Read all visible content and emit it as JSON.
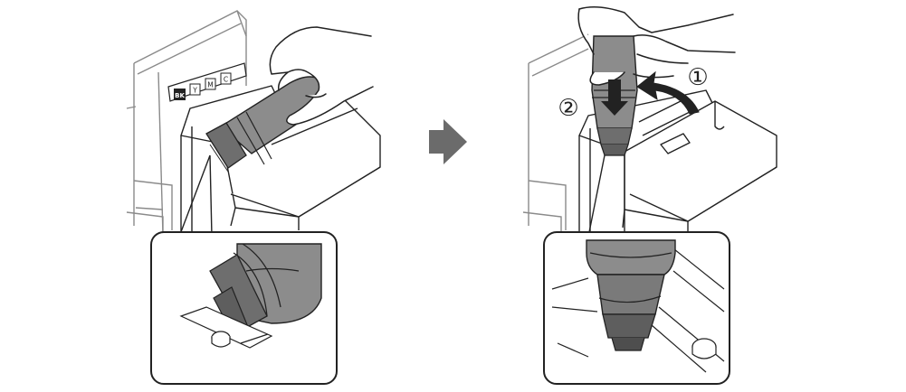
{
  "colors": {
    "line": "#222222",
    "faint": "#8a8a8a",
    "bottle": "#8c8c8c",
    "bottle_dark": "#5e5e5e",
    "arrow": "#6b6b6b",
    "paper": "#ffffff"
  },
  "left_panel": {
    "slot_labels": [
      "BK",
      "Y",
      "M",
      "C"
    ]
  },
  "right_panel": {
    "step_markers": [
      "①",
      "②"
    ]
  },
  "icons": {
    "next_step": "right-arrow-icon",
    "rotate": "curved-arrow-icon",
    "insert": "down-arrow-icon"
  }
}
